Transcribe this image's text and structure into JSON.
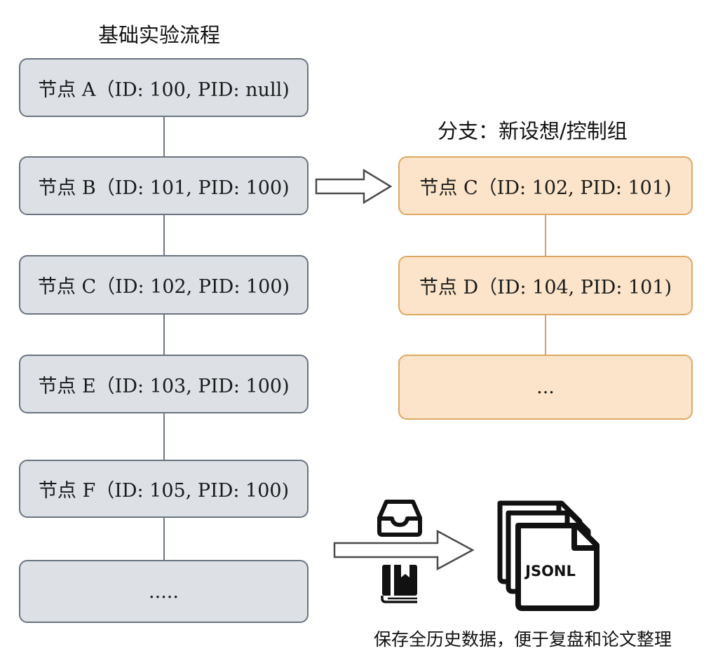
{
  "main_flow": {
    "title": "基础实验流程",
    "nodes": [
      {
        "label": "节点 A（ID: 100, PID: null)"
      },
      {
        "label": "节点 B（ID: 101, PID: 100)"
      },
      {
        "label": "节点 C（ID: 102, PID: 100)"
      },
      {
        "label": "节点 E（ID: 103, PID: 100)"
      },
      {
        "label": "节点 F（ID: 105, PID: 100)"
      },
      {
        "label": "....."
      }
    ]
  },
  "branch": {
    "title": "分支：新设想/控制组",
    "nodes": [
      {
        "label": "节点 C（ID: 102, PID: 101)"
      },
      {
        "label": "节点 D（ID: 104, PID: 101)"
      },
      {
        "label": "..."
      }
    ]
  },
  "storage": {
    "file_label": "JSONL",
    "caption": "保存全历史数据，便于复盘和论文整理",
    "icons": [
      "inbox-tray-icon",
      "book-icon",
      "document-stack-icon"
    ]
  },
  "colors": {
    "gray_fill": "#dde1e6",
    "gray_border": "#6a7380",
    "orange_fill": "#fbe4c9",
    "orange_border": "#dea765"
  }
}
